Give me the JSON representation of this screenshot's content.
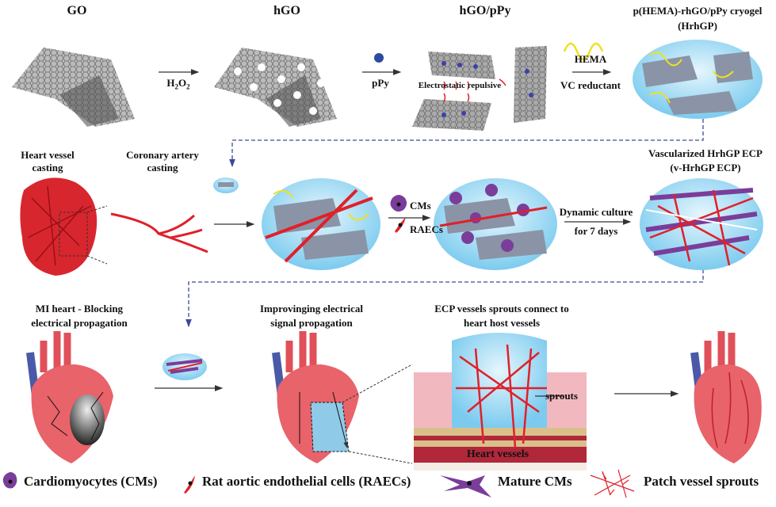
{
  "row1": {
    "go_label": "GO",
    "hgo_label": "hGO",
    "hgo_ppy_label": "hGO/pPy",
    "cryogel_label_line1": "p(HEMA)-rhGO/pPy cryogel",
    "cryogel_label_line2": "(HrhGP)",
    "h2o2_main": "H",
    "h2o2_sub1": "2",
    "h2o2_o": "O",
    "h2o2_sub2": "2",
    "ppy_label": "pPy",
    "electrostatic_label": "Electrostatic repulsive",
    "hema_label": "HEMA",
    "vc_label": "VC reductant"
  },
  "row2": {
    "heart_vessel_line1": "Heart vessel",
    "heart_vessel_line2": "casting",
    "coronary_line1": "Coronary artery",
    "coronary_line2": "casting",
    "cms_label": "CMs",
    "raecs_label": "RAECs",
    "dynamic_line1": "Dynamic culture",
    "dynamic_line2": "for 7 days",
    "vascularized_line1": "Vascularized HrhGP ECP",
    "vascularized_line2": "(v-HrhGP ECP)"
  },
  "row3": {
    "mi_line1": "MI heart - Blocking",
    "mi_line2": "electrical propagation",
    "improving_line1": "Improvinging electrical",
    "improving_line2": "signal propagation",
    "ecp_line1": "ECP vessels sprouts  connect to",
    "ecp_line2": "heart host vessels",
    "sprouts_label": "sprouts",
    "heart_vessels_label": "Heart vessels"
  },
  "legend": {
    "cardiomyocytes": "Cardiomyocytes (CMs)",
    "raecs": "Rat aortic endothelial cells (RAECs)",
    "mature_cms": "Mature CMs",
    "patch_sprouts": "Patch vessel  sprouts"
  },
  "colors": {
    "arrow": "#333333",
    "dashed": "#3b4a9a",
    "gel": "#9fd8f2",
    "vessel": "#e0202a",
    "cell": "#7a3d9a",
    "heart": "#e8505a"
  }
}
